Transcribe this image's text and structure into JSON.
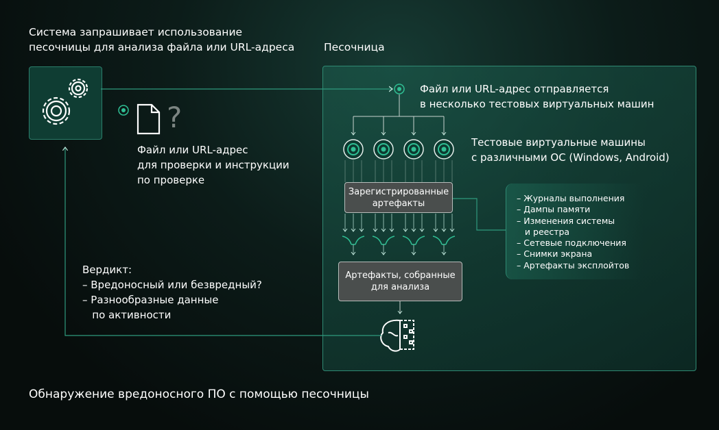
{
  "header": {
    "line1": "Система запрашивает использование",
    "line2": "песочницы для анализа файла или URL-адреса"
  },
  "sandbox": {
    "title": "Песочница",
    "send_line1": "Файл или URL-адрес отправляется",
    "send_line2": "в несколько тестовых виртуальных машин",
    "vm_line1": "Тестовые виртуальные машины",
    "vm_line2": "с различными ОС (Windows, Android)",
    "registered_line1": "Зарегистрированные",
    "registered_line2": "артефакты",
    "collected_line1": "Артефакты, собранные",
    "collected_line2": "для анализа",
    "artifacts": [
      "– Журналы выполнения",
      "– Дампы памяти",
      "– Изменения системы",
      "   и реестра",
      "– Сетевые подключения",
      "– Снимки экрана",
      "– Артефакты эксплойтов"
    ]
  },
  "file": {
    "question": "?",
    "line1": "Файл или URL-адрес",
    "line2": "для проверки и инструкции",
    "line3": "по проверке"
  },
  "verdict": {
    "line1": "Вердикт:",
    "line2": "– Вредоносный или безвредный?",
    "line3": "– Разнообразные данные",
    "line4": "   по активности"
  },
  "footer": {
    "title": "Обнаружение вредоносного ПО с помощью песочницы"
  },
  "icons": [
    "gears-icon",
    "document-icon",
    "target-icon",
    "vm-icon",
    "funnel-icon",
    "brain-icon"
  ],
  "colors": {
    "accent": "#2fbf94",
    "line": "#2f9a7e",
    "box": "#4a4e4d"
  }
}
